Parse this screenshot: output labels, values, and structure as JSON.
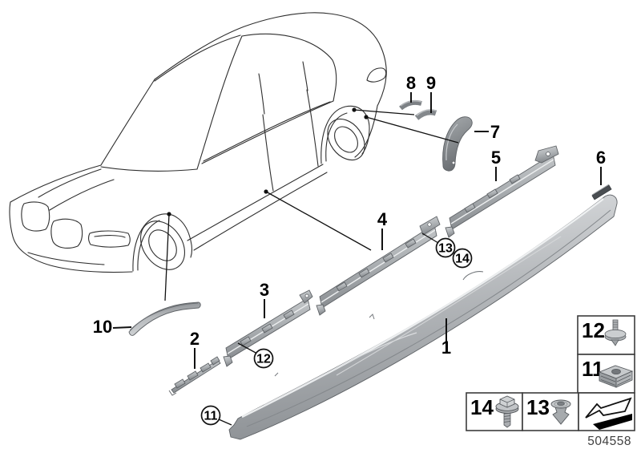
{
  "diagram": {
    "callouts": {
      "1": "1",
      "2": "2",
      "3": "3",
      "4": "4",
      "5": "5",
      "6": "6",
      "7": "7",
      "8": "8",
      "9": "9",
      "10": "10"
    },
    "circled": {
      "11": "11",
      "12": "12",
      "13": "13",
      "14": "14"
    },
    "legend": {
      "12": "12",
      "11": "11",
      "14": "14",
      "13": "13"
    },
    "footer": {
      "doc_number": "504558"
    },
    "icons": {
      "legend_12": "push-pin-screw",
      "legend_11": "cage-nut",
      "legend_14": "hex-screw-with-washer",
      "legend_13": "expanding-rivet",
      "legend_arrow": "direction-arrow"
    },
    "colors": {
      "line": "#2e2e2e",
      "label": "#000000",
      "part_light": "#d9dbdd",
      "part_mid": "#aeb2b5",
      "part_dark": "#63676b",
      "doc_number": "#3f3f3f"
    }
  }
}
